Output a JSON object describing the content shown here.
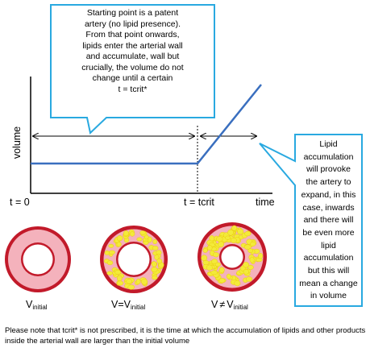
{
  "callout_top": {
    "lines": [
      "Starting point is a patent",
      "artery (no lipid presence).",
      "From that point onwards,",
      "lipids enter the arterial wall",
      "and accumulate, wall but",
      "crucially, the volume do not",
      "change until a certain",
      "t = tcrit*"
    ]
  },
  "callout_right": {
    "lines": [
      "Lipid",
      "accumulation",
      "will provoke",
      "the artery to",
      "expand, in this",
      "case, inwards",
      "and there will",
      "be even more",
      "lipid",
      "accumulation",
      "but this will",
      "mean a change",
      "in volume"
    ]
  },
  "axes": {
    "ylabel": "volume",
    "xlabel": "time",
    "t0_label": "t = 0",
    "tcrit_label": "t = tcrit"
  },
  "arteries": [
    {
      "main": "V",
      "sub": "initial"
    },
    {
      "main": "V=V",
      "sub": "initial"
    },
    {
      "main": "V",
      "neq": "≠",
      "tail": "V",
      "sub": "initial"
    }
  ],
  "footnote": "Please note that tcrit* is not prescribed, it is the time at which the accumulation of lipids and other products inside the arterial wall are larger than the initial volume",
  "colors": {
    "callout_border": "#29a9e0",
    "curve": "#3a6fbf",
    "artery_outer": "#c21a2a",
    "artery_pink": "#f4b2bc",
    "lipid": "#f3ea3a"
  }
}
